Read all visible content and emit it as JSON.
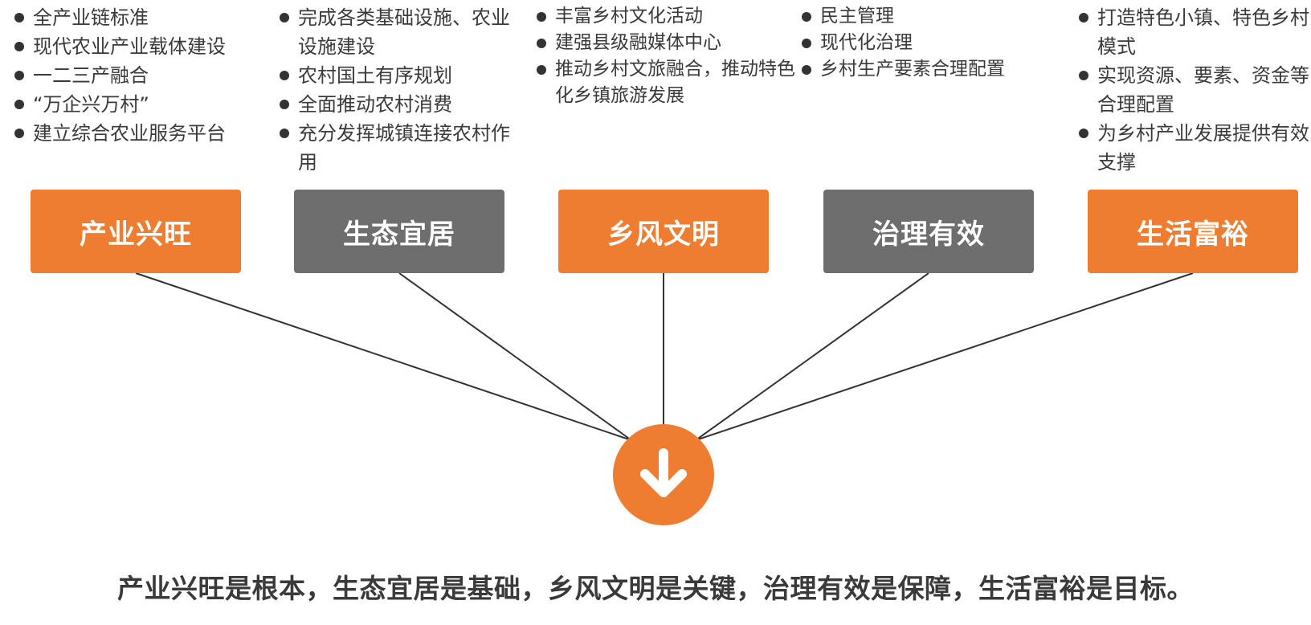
{
  "columns": [
    {
      "items": [
        "全产业链标准",
        "现代农业产业载体建设",
        "一二三产融合",
        "“万企兴万村”",
        "建立综合农业服务平台"
      ]
    },
    {
      "items": [
        "完成各类基础设施、农业设施建设",
        "农村国土有序规划",
        "全面推动农村消费",
        "充分发挥城镇连接农村作用"
      ]
    },
    {
      "items": [
        "丰富乡村文化活动",
        "建强县级融媒体中心",
        "推动乡村文旅融合，推动特色化乡镇旅游发展"
      ]
    },
    {
      "items": [
        "民主管理",
        "现代化治理",
        "乡村生产要素合理配置"
      ]
    },
    {
      "items": [
        "打造特色小镇、特色乡村模式",
        "实现资源、要素、资金等合理配置",
        "为乡村产业发展提供有效支撑"
      ]
    }
  ],
  "pillars": [
    {
      "label": "产业兴旺",
      "color": "#ef7d31"
    },
    {
      "label": "生态宜居",
      "color": "#6e6e6e"
    },
    {
      "label": "乡风文明",
      "color": "#ef7d31"
    },
    {
      "label": "治理有效",
      "color": "#6e6e6e"
    },
    {
      "label": "生活富裕",
      "color": "#ef7d31"
    }
  ],
  "center_icon": "arrow-down-icon",
  "summary": "产业兴旺是根本，生态宜居是基础，乡风文明是关键，治理有效是保障，生活富裕是目标。"
}
